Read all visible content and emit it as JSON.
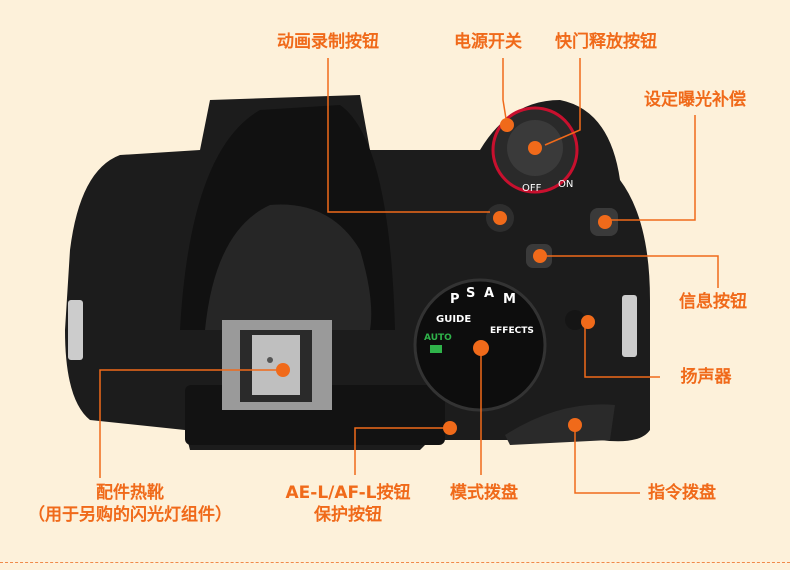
{
  "labels": {
    "movie_record": "动画录制按钮",
    "power_switch": "电源开关",
    "shutter_release": "快门释放按钮",
    "exposure_comp": "设定曝光补偿",
    "info_button": "信息按钮",
    "speaker": "扬声器",
    "command_dial": "指令拨盘",
    "mode_dial": "模式拨盘",
    "ael_afl_line1": "AE-L/AF-L按钮",
    "ael_afl_line2": "保护按钮",
    "hot_shoe_line1": "配件热靴",
    "hot_shoe_line2": "（用于另购的闪光灯组件）"
  },
  "dial_marks": {
    "modes": [
      "P",
      "S",
      "A",
      "M"
    ],
    "guide": "GUIDE",
    "effects": "EFFECTS",
    "auto": "AUTO"
  },
  "power_marks": {
    "off": "OFF",
    "on": "ON"
  },
  "colors": {
    "accent": "#f06a1a",
    "background": "#fdf1da",
    "camera": "#1a1a1a",
    "auto_green": "#2fb34a",
    "record_red": "#e0201a"
  }
}
